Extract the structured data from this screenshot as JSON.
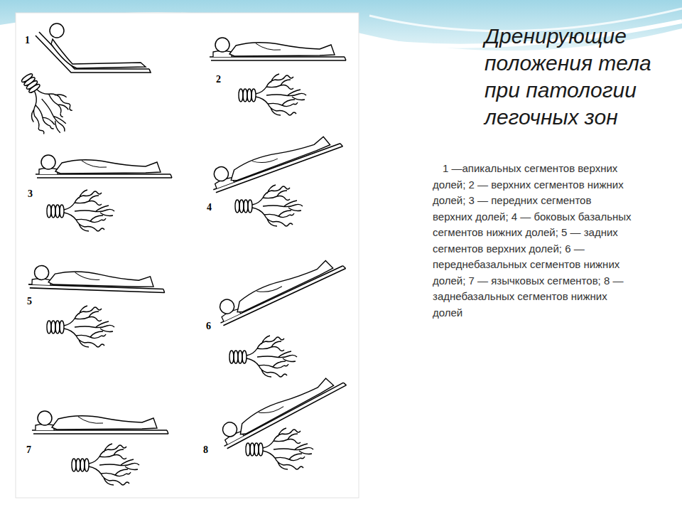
{
  "diagram": {
    "title": "Дренирующие положения тела при патологии легочных зон",
    "caption": "1 —апикальных сегментов верхних долей; 2 — верхних сегментов нижних долей; 3 — передних сегментов верхних долей; 4 — боковых базальных сегментов нижних долей; 5 — задних сегментов верхних долей; 6 — переднебазальных сегментов нижних долей; 7 — язычковых сегментов; 8 — заднебазальных сегментов нижних долей",
    "labels": [
      "1",
      "2",
      "3",
      "4",
      "5",
      "6",
      "7",
      "8"
    ]
  }
}
